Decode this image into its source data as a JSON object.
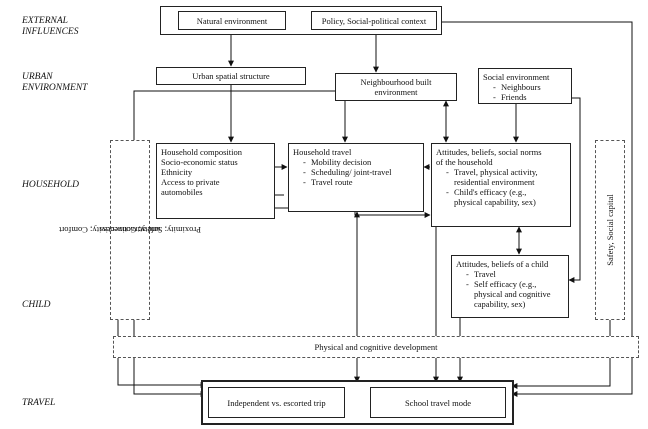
{
  "tiers": {
    "external": [
      "EXTERNAL",
      "INFLUENCES"
    ],
    "urban": [
      "URBAN",
      "ENVIRONMENT"
    ],
    "household": "HOUSEHOLD",
    "child": "CHILD",
    "travel": "TRAVEL"
  },
  "boxes": {
    "natural": "Natural environment",
    "policy": "Policy, Social-political context",
    "urban_spatial": "Urban spatial structure",
    "built_env": [
      "Neighbourhood built",
      "environment"
    ],
    "social_env": {
      "title": "Social environment",
      "items": [
        "Neighbours",
        "Friends"
      ]
    },
    "household_comp": [
      "Household composition",
      "Socio-economic status",
      "Ethnicity",
      "Access to private",
      "automobiles"
    ],
    "household_travel": {
      "title": "Household travel",
      "items": [
        "Mobility decision",
        "Scheduling/ joint-travel",
        "Travel route"
      ]
    },
    "attitudes_household": {
      "title": [
        "Attitudes, beliefs, social norms",
        "of the household"
      ],
      "items": [
        [
          "Travel, physical activity,",
          "residential environment"
        ],
        [
          "Child's efficacy (e.g.,",
          "physical capability, sex)"
        ]
      ]
    },
    "attitudes_child": {
      "title": "Attitudes, beliefs of a child",
      "items": [
        [
          "Travel"
        ],
        [
          "Self efficacy (e.g.,",
          "physical and cognitive",
          "capability, sex)"
        ]
      ]
    },
    "left_band": [
      "Proximity; Safety; Connectivity; Comfort",
      "and attractiveness"
    ],
    "right_band": "Safety, Social capital",
    "development": "Physical and cognitive development",
    "independent": "Independent vs. escorted trip",
    "school_mode": "School travel mode"
  }
}
